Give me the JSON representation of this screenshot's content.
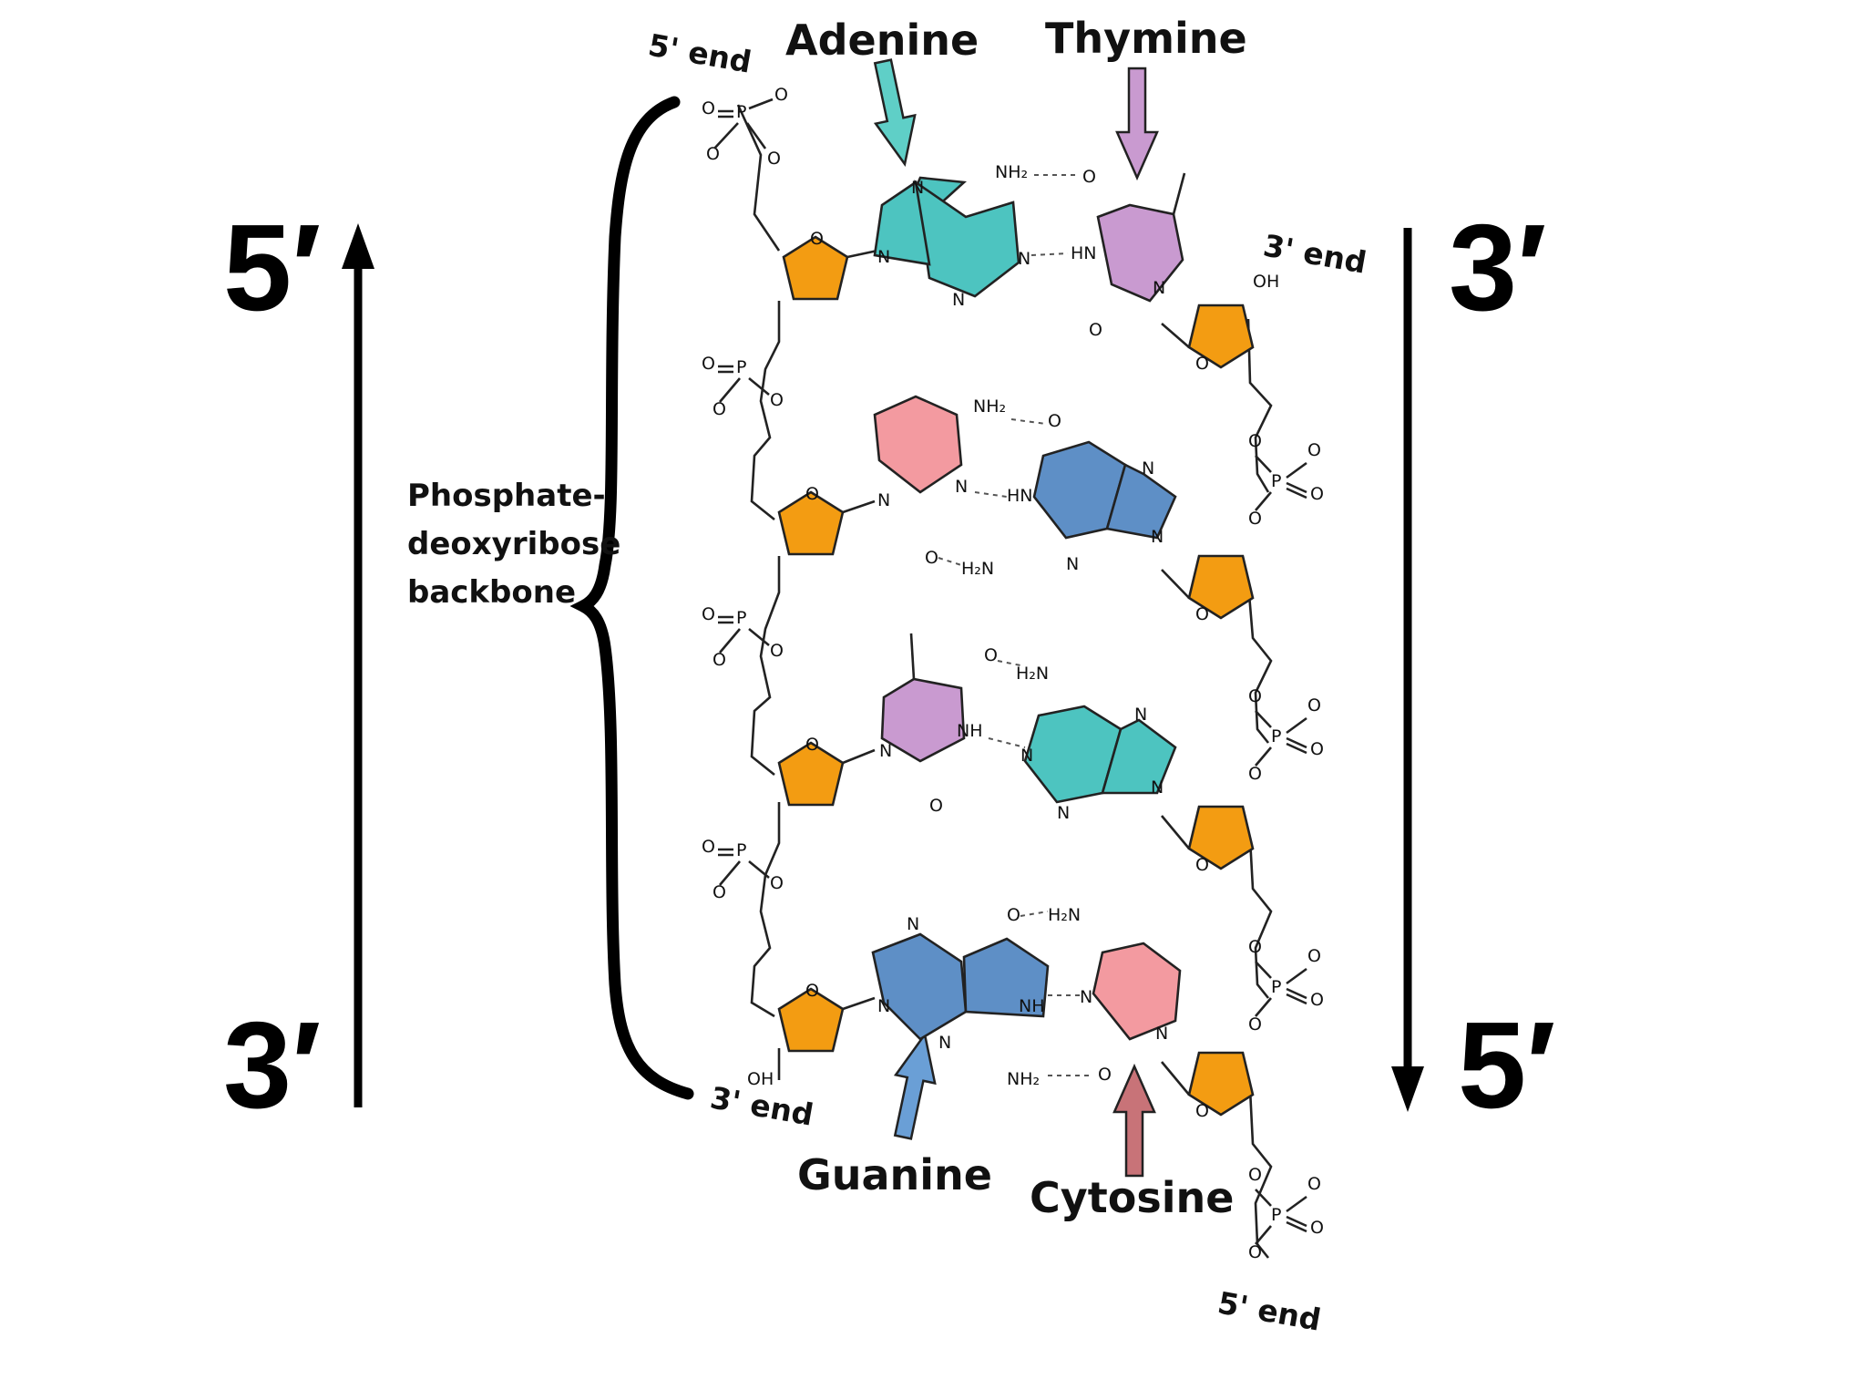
{
  "labels": {
    "left_top": "5′",
    "left_bottom": "3′",
    "right_top": "3′",
    "right_bottom": "5′",
    "adenine": "Adenine",
    "thymine": "Thymine",
    "guanine": "Guanine",
    "cytosine": "Cytosine",
    "backbone_line1": "Phosphate-",
    "backbone_line2": "deoxyribose",
    "backbone_line3": "backbone",
    "end_5_top": "5' end",
    "end_3_right": "3' end",
    "end_3_bottom": "3' end",
    "end_5_bottom": "5' end"
  },
  "colors": {
    "adenine": "#4dc4c0",
    "thymine": "#c99ad0",
    "guanine": "#5e8fc6",
    "cytosine": "#f39aa0",
    "sugar": "#f39c12",
    "arrow_adenine": "#5fcfc7",
    "arrow_thymine": "#c99ad0",
    "arrow_guanine": "#6a9fd6",
    "arrow_cytosine": "#c87378"
  },
  "pairs": [
    {
      "left": "adenine",
      "right": "thymine"
    },
    {
      "left": "cytosine",
      "right": "guanine"
    },
    {
      "left": "thymine",
      "right": "adenine"
    },
    {
      "left": "guanine",
      "right": "cytosine"
    }
  ]
}
